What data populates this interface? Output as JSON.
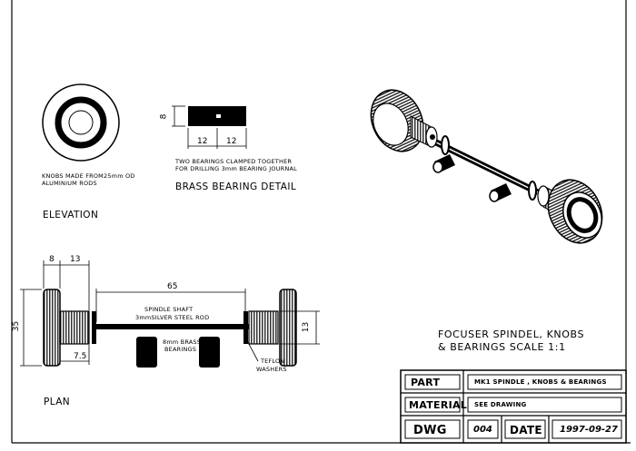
{
  "elevation": {
    "knob_note_line1": "KNOBS MADE FROM25mm OD",
    "knob_note_line2": "ALUMINIUM RODS",
    "label": "ELEVATION"
  },
  "bearing_detail": {
    "dim_height": "8",
    "dim_left": "12",
    "dim_right": "12",
    "note_line1": "TWO BEARINGS CLAMPED TOGETHER",
    "note_line2": "FOR DRILLING 3mm BEARING JOURNAL",
    "label": "BRASS BEARING DETAIL"
  },
  "plan": {
    "dim_8": "8",
    "dim_13_top": "13",
    "dim_65": "65",
    "dim_35": "35",
    "dim_13_right": "13",
    "dim_7_5": "7.5",
    "shaft_line1": "SPINDLE SHAFT",
    "shaft_line2": "3mmSILVER STEEL ROD",
    "bearings_line1": "8mm BRASS",
    "bearings_line2": "BEARINGS",
    "teflon_line1": "TEFLON",
    "teflon_line2": "WASHERS",
    "label": "PLAN"
  },
  "iso": {
    "caption_line1": "FOCUSER SPINDEL, KNOBS",
    "caption_line2": "& BEARINGS SCALE 1:1"
  },
  "title_block": {
    "part_label": "PART",
    "part_value": "MK1  SPINDLE , KNOBS & BEARINGS",
    "material_label": "MATERIAL",
    "material_value": "SEE DRAWING",
    "dwg_label": "DWG",
    "dwg_value": "004",
    "date_label": "DATE",
    "date_value": "1997-09-27"
  }
}
